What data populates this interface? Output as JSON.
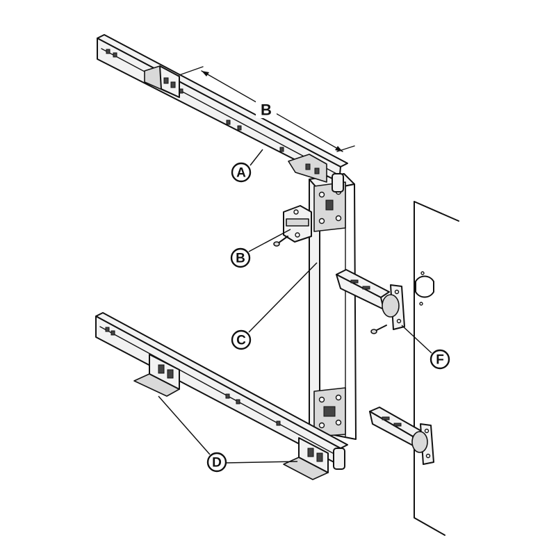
{
  "callouts": {
    "a": "A",
    "b": "B",
    "c": "C",
    "d": "D",
    "f": "F"
  },
  "dimension": {
    "label": "B"
  }
}
